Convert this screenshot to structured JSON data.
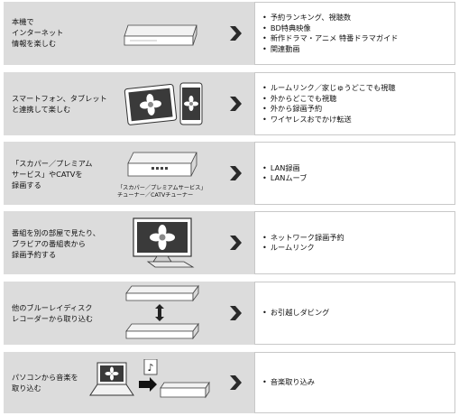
{
  "rows": [
    {
      "label": "本機で\nインターネット\n情報を楽しむ",
      "items": [
        "予約ランキング、視聴数",
        "BD特典映像",
        "新作ドラマ・アニメ 特番ドラマガイド",
        "関連動画"
      ]
    },
    {
      "label": "スマートフォン、タブレット\nと連携して楽しむ",
      "items": [
        "ルームリンク／家じゅうどこでも視聴",
        "外からどこでも視聴",
        "外から録画予約",
        "ワイヤレスおでかけ転送"
      ]
    },
    {
      "label": "「スカパー／プレミアム\nサービス」やCATVを\n録画する",
      "caption": "「スカパー／プレミアムサービス」\nチューナー／CATVチューナー",
      "items": [
        "LAN録画",
        "LANムーブ"
      ]
    },
    {
      "label": "番組を別の部屋で見たり、\nブラビアの番組表から\n録画予約する",
      "items": [
        "ネットワーク録画予約",
        "ルームリンク"
      ]
    },
    {
      "label": "他のブルーレイディスク\nレコーダーから取り込む",
      "items": [
        "お引越しダビング"
      ]
    },
    {
      "label": "パソコンから音楽を\n取り込む",
      "items": [
        "音楽取り込み"
      ]
    }
  ]
}
